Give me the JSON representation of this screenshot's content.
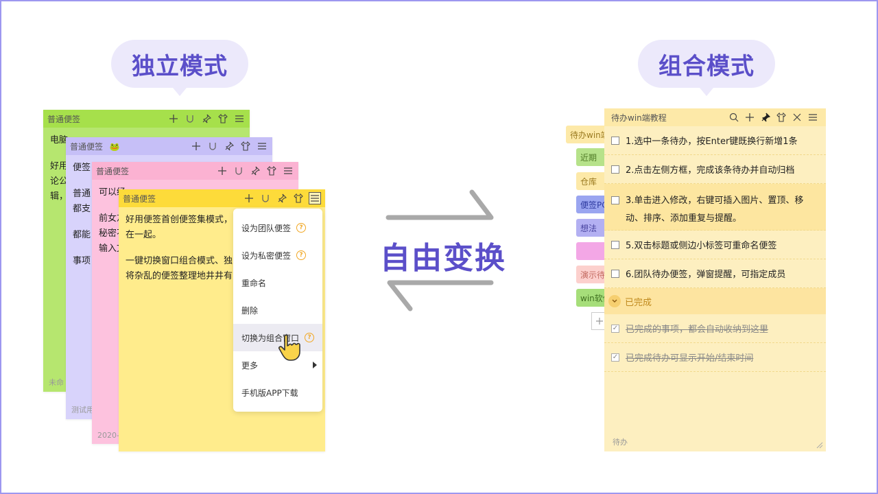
{
  "labels": {
    "standalone_mode": "独立模式",
    "combined_mode": "组合模式",
    "free_switch": "自由变换"
  },
  "green_note": {
    "title": "普通便签",
    "body": [
      "电脑",
      "好用",
      "论公",
      "辑，"
    ],
    "footer": "未命"
  },
  "purple_note": {
    "title": "普通便签",
    "body": [
      "便签",
      "普通",
      "都支",
      "都能",
      "事项"
    ],
    "footer": "测试用"
  },
  "pink_note": {
    "title": "普通便签",
    "body": [
      "可以经",
      "前女友",
      "秘密不",
      "输入文"
    ],
    "footer": "2020-"
  },
  "yellow_note": {
    "title": "普通便签",
    "body": [
      "好用便签首创便签集模式，",
      "在一起。",
      "一键切换窗口组合模式、独",
      "将杂乱的便签整理地井井有"
    ]
  },
  "context_menu": {
    "items": [
      {
        "label": "设为团队便签",
        "help": "?"
      },
      {
        "label": "设为私密便签",
        "help": "?"
      },
      {
        "label": "重命名"
      },
      {
        "label": "删除"
      },
      {
        "label": "切换为组合窗口",
        "help": "?"
      },
      {
        "label": "更多"
      },
      {
        "label": "手机版APP下载"
      }
    ]
  },
  "combo_window": {
    "title": "待办win端教程",
    "todos": [
      "1.选中一条待办，按Enter键既换行新增1条",
      "2.点击左侧方框，完成该条待办并自动归档",
      "3.单击进入修改，右键可插入图片、置顶、移动、排序、添加重复与提醒。",
      "5.双击标题或侧边小标签可重命名便签",
      "6.团队待办便签，弹窗提醒，可指定成员"
    ],
    "completed_header": "已完成",
    "completed": [
      "已完成的事项，都会自动收纳到这里",
      "已完成待办可显示开始/结束时间"
    ],
    "footer": "待办"
  },
  "side_tabs": [
    {
      "label": "待办win端",
      "color": "#fde9a8"
    },
    {
      "label": "近期",
      "color": "#b6e28a"
    },
    {
      "label": "仓库",
      "color": "#fde9a8"
    },
    {
      "label": "便签PC",
      "color": "#9aa5f0"
    },
    {
      "label": "想法",
      "color": "#b3b0f2"
    },
    {
      "label": "",
      "color": "#f3a7e6"
    },
    {
      "label": "演示待",
      "color": "#fcd0cd"
    },
    {
      "label": "win软件",
      "color": "#a6de7a"
    }
  ],
  "colors": {
    "accent": "#5b4fc9",
    "bubble": "#ece9fb",
    "green": "#b6e66f",
    "green_bar": "#a6e04b",
    "purple": "#d8d3fb",
    "purple_bar": "#c6bff7",
    "pink": "#fdc2de",
    "pink_bar": "#fbb2d2",
    "yellow": "#ffec8c",
    "yellow_bar": "#fddb3a",
    "combo_bg": "#fdefc0"
  }
}
